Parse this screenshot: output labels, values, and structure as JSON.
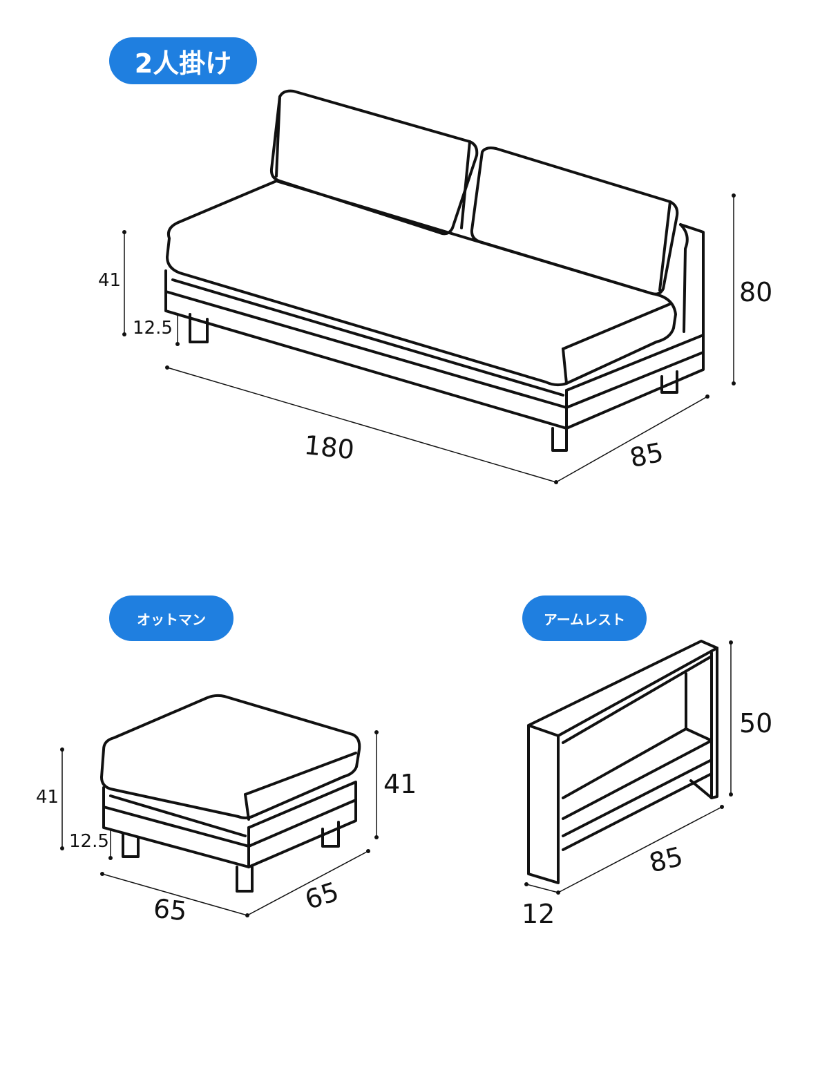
{
  "labels": {
    "sofa": "2人掛け",
    "ottoman": "オットマン",
    "armrest": "アームレスト"
  },
  "sofa": {
    "seat_height": "41",
    "leg_height": "12.5",
    "width": "180",
    "depth": "85",
    "height": "80"
  },
  "ottoman": {
    "seat_height": "41",
    "leg_height": "12.5",
    "height": "41",
    "width": "65",
    "depth": "65"
  },
  "armrest": {
    "height": "50",
    "depth": "85",
    "thickness": "12"
  },
  "colors": {
    "accent": "#1f7fe0",
    "line": "#111111"
  }
}
